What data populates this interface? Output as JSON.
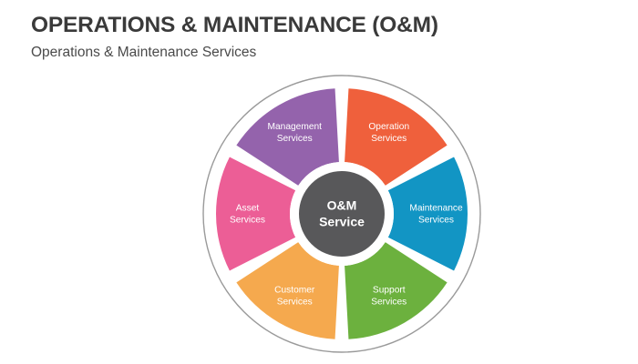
{
  "slide": {
    "title": "OPERATIONS & MAINTENANCE (O&M)",
    "subtitle": "Operations & Maintenance Services",
    "background_color": "#ffffff",
    "title_color": "#3a3a3a",
    "subtitle_color": "#4a4a4a"
  },
  "diagram": {
    "type": "donut-wheel",
    "name": "om-services-wheel",
    "outer_ring_color": "#9a9a9a",
    "gap_color": "#ffffff",
    "hub": {
      "line1": "O&M",
      "line2": "Service",
      "color": "#58585A",
      "text_color": "#ffffff"
    },
    "segments": [
      {
        "id": "operation-services",
        "line1": "Operation",
        "line2": "Services",
        "color": "#EF603C",
        "start_angle": -90,
        "end_angle": -30,
        "label_angle": -60
      },
      {
        "id": "maintenance-services",
        "line1": "Maintenance",
        "line2": "Services",
        "color": "#1295C4",
        "start_angle": -30,
        "end_angle": 30,
        "label_angle": 0
      },
      {
        "id": "support-services",
        "line1": "Support",
        "line2": "Services",
        "color": "#6CB13E",
        "start_angle": 30,
        "end_angle": 90,
        "label_angle": 60
      },
      {
        "id": "customer-services",
        "line1": "Customer",
        "line2": "Services",
        "color": "#F5A94E",
        "start_angle": 90,
        "end_angle": 150,
        "label_angle": 120
      },
      {
        "id": "asset-services",
        "line1": "Asset",
        "line2": "Services",
        "color": "#EC5E96",
        "start_angle": 150,
        "end_angle": 210,
        "label_angle": 180
      },
      {
        "id": "management-services",
        "line1": "Management",
        "line2": "Services",
        "color": "#9463AC",
        "start_angle": 210,
        "end_angle": 270,
        "label_angle": 240
      }
    ]
  }
}
